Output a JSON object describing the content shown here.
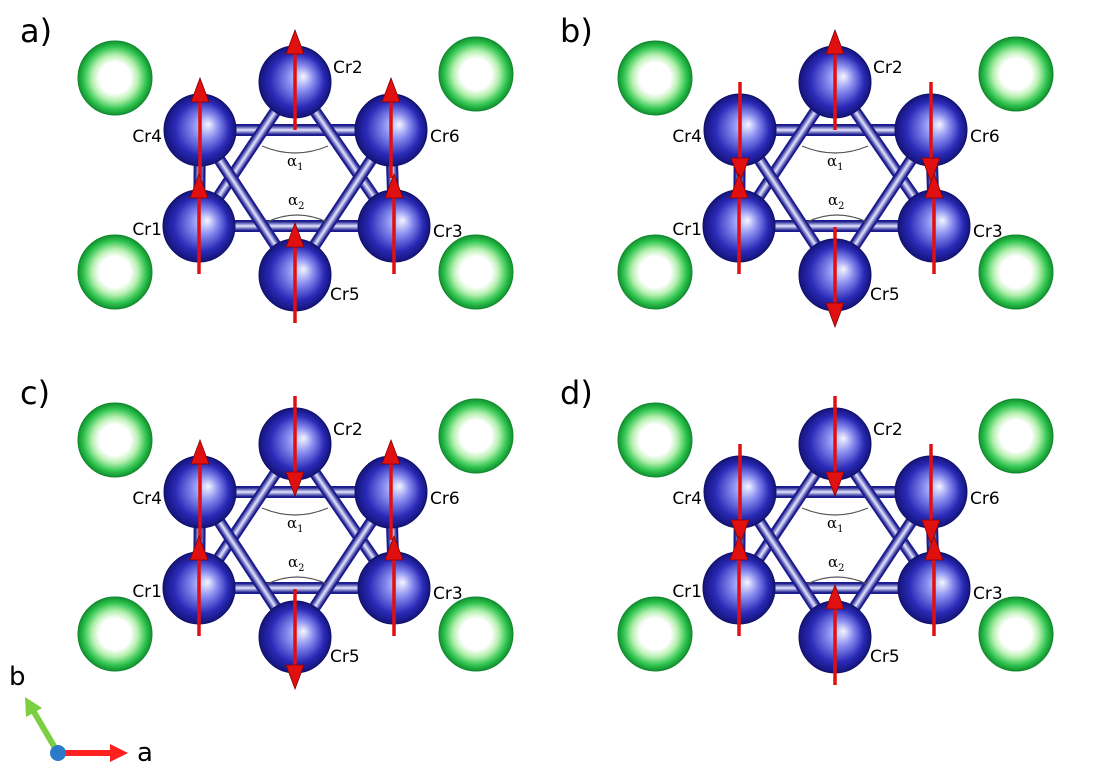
{
  "panels": [
    {
      "label": "a)",
      "spins": {
        "Cr1": "up",
        "Cr2": "up",
        "Cr3": "up",
        "Cr4": "up",
        "Cr5": "up",
        "Cr6": "up"
      }
    },
    {
      "label": "b)",
      "spins": {
        "Cr1": "up",
        "Cr2": "up",
        "Cr3": "up",
        "Cr4": "down",
        "Cr5": "down",
        "Cr6": "down"
      }
    },
    {
      "label": "c)",
      "spins": {
        "Cr1": "up",
        "Cr2": "down",
        "Cr3": "up",
        "Cr4": "up",
        "Cr5": "down",
        "Cr6": "up"
      }
    },
    {
      "label": "d)",
      "spins": {
        "Cr1": "up",
        "Cr2": "down",
        "Cr3": "up",
        "Cr4": "down",
        "Cr5": "up",
        "Cr6": "down"
      }
    }
  ],
  "atom_labels": {
    "Cr1": "Cr1",
    "Cr2": "Cr2",
    "Cr3": "Cr3",
    "Cr4": "Cr4",
    "Cr5": "Cr5",
    "Cr6": "Cr6"
  },
  "angles": {
    "alpha1": {
      "symbol": "α",
      "sub": "1"
    },
    "alpha2": {
      "symbol": "α",
      "sub": "2"
    }
  },
  "axes": {
    "a": "a",
    "b": "b"
  },
  "colors": {
    "cr_atom": "#2a2ab8",
    "cr_atom_highlight": "#e6e8ff",
    "bond": "#3030c0",
    "spin_arrow": "#e01010",
    "ligand_atom": "#22c04a",
    "ligand_highlight": "#ffffff",
    "axis_a": "#ff2020",
    "axis_b": "#7ad040",
    "axis_origin": "#2a7ac8"
  }
}
